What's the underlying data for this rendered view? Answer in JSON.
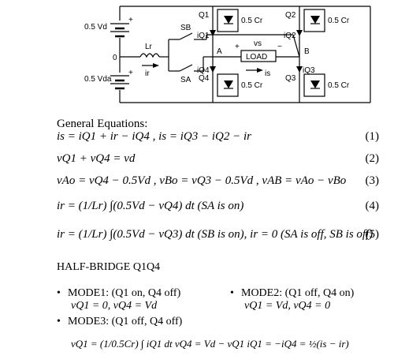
{
  "circuit": {
    "labels": {
      "vd": "0.5 Vd",
      "vda": "0.5 Vda",
      "zero": "0",
      "lr": "Lr",
      "ir": "ir",
      "sb": "SB",
      "sa": "SA",
      "q1": "Q1",
      "q2": "Q2",
      "q3": "Q3",
      "q4": "Q4",
      "c1": "0.5 Cr",
      "c2": "0.5 Cr",
      "c3": "0.5 Cr",
      "c4": "0.5 Cr",
      "iq1": "iQ1",
      "iq2": "iQ2",
      "iq3": "iQ3",
      "iq4": "iQ4",
      "node_a": "A",
      "node_b": "B",
      "load": "LOAD",
      "vs": "vs",
      "is": "is",
      "plus": "+",
      "minus": "−"
    }
  },
  "content": {
    "heading": "General Equations:",
    "equations": [
      {
        "text": "is = iQ1 + ir − iQ4 , is = iQ3 − iQ2 − ir",
        "num": "(1)"
      },
      {
        "text": "vQ1 + vQ4 = vd",
        "num": "(2)"
      },
      {
        "text": "vAo = vQ4 − 0.5Vd , vBo = vQ3 − 0.5Vd , vAB = vAo − vBo",
        "num": "(3)"
      },
      {
        "text": "ir = (1/Lr) ∫(0.5Vd − vQ4) dt (SA is on)",
        "num": "(4)"
      },
      {
        "text": "ir = (1/Lr) ∫(0.5Vd − vQ3) dt (SB is on), ir = 0 (SA is off, SB is off)",
        "num": "(5)"
      }
    ],
    "section": "HALF-BRIDGE  Q1Q4",
    "modes": [
      {
        "label": "MODE1:  (Q1 on, Q4 off)",
        "cond": "vQ1 = 0,   vQ4 = Vd"
      },
      {
        "label": "MODE2:  (Q1 off, Q4 on)",
        "cond": "vQ1 = Vd,   vQ4 = 0"
      },
      {
        "label": "MODE3:  (Q1 off, Q4 off)",
        "cond": "vQ1 = (1/0.5Cr) ∫ iQ1 dt    vQ4 = Vd − vQ1    iQ1 = −iQ4 = ½(is − ir)"
      }
    ],
    "bullet": "•"
  }
}
